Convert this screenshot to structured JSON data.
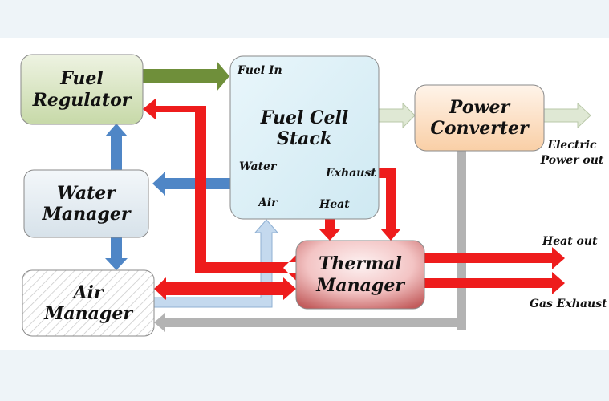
{
  "blocks": {
    "fuel_regulator": [
      "Fuel",
      "Regulator"
    ],
    "fuel_cell_stack": [
      "Fuel Cell",
      "Stack"
    ],
    "power_converter": [
      "Power",
      "Converter"
    ],
    "water_manager": [
      "Water",
      "Manager"
    ],
    "air_manager": [
      "Air",
      "Manager"
    ],
    "thermal_manager": [
      "Thermal",
      "Manager"
    ]
  },
  "ports": {
    "fuel_in": "Fuel In",
    "water": "Water",
    "exhaust": "Exhaust",
    "air": "Air",
    "heat": "Heat"
  },
  "outputs": {
    "electric_power_out": [
      "Electric",
      "Power out"
    ],
    "heat_out": "Heat out",
    "gas_exhaust": "Gas Exhaust"
  },
  "colors": {
    "fuel_flow": "#6f8f3a",
    "water_flow": "#4f86c6",
    "air_flow": "#b6d0ea",
    "heat_flow": "#ee1c1c",
    "power_flow": "#dfe8d4",
    "return_flow": "#b3b3b3"
  }
}
